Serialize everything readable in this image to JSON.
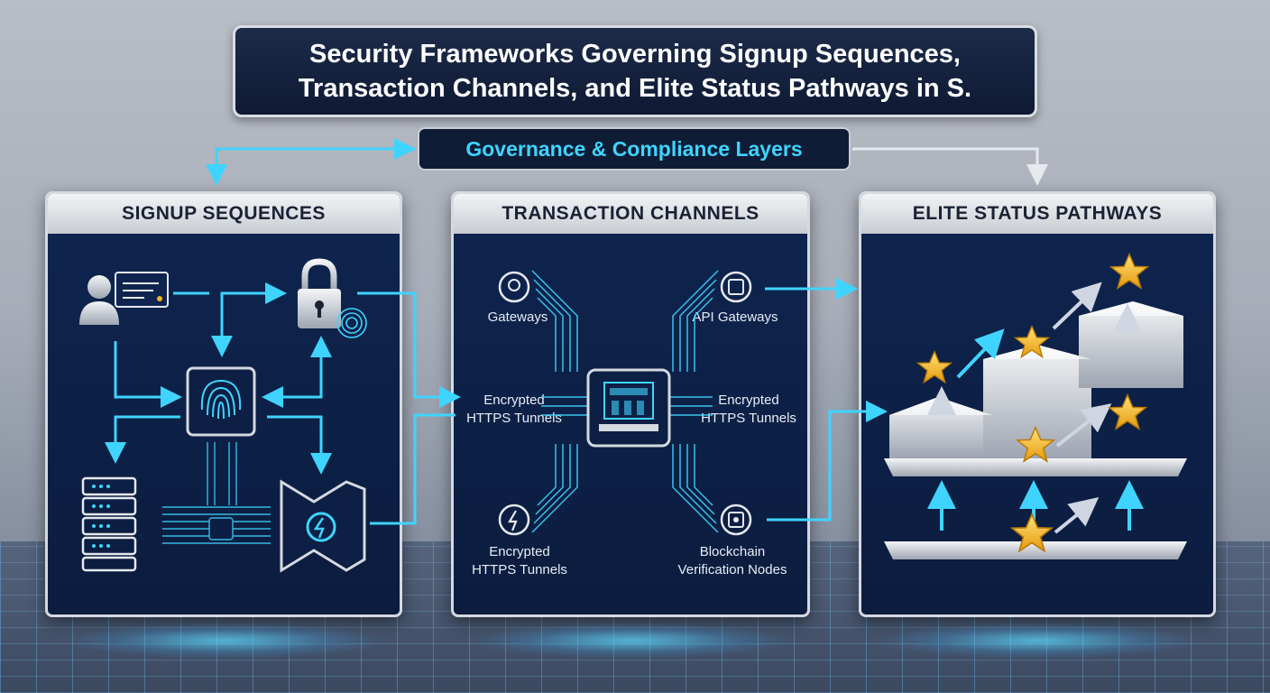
{
  "title": "Security Frameworks Governing Signup Sequences, Transaction Channels, and Elite Status Pathways in S.",
  "governance": {
    "label": "Governance & Compliance Layers"
  },
  "panels": [
    {
      "heading": "SIGNUP SEQUENCES"
    },
    {
      "heading": "TRANSACTION CHANNELS"
    },
    {
      "heading": "ELITE STATUS PATHWAYS"
    }
  ],
  "transaction": {
    "gateways": "Gateways",
    "api_gateways": "API Gateways",
    "encrypted_left_1": "Encrypted",
    "encrypted_left_2": "HTTPS Tunnels",
    "encrypted_right_1": "Encrypted",
    "encrypted_right_2": "HTTPS Tunnels",
    "encrypted_bottom_1": "Encrypted",
    "encrypted_bottom_2": "HTTPS Tunnels",
    "blockchain_1": "Blockchain",
    "blockchain_2": "Verification Nodes"
  },
  "colors": {
    "accent_cyan": "#3fd4ff",
    "panel_navy": "#0f2550",
    "star_gold": "#f2b51c",
    "frame_silver": "#d5d9e0"
  },
  "icons": [
    "user-id-card-icon",
    "padlock-fingerprint-icon",
    "fingerprint-scanner-icon",
    "server-rack-icon",
    "firewall-shield-icon",
    "location-gateway-icon",
    "api-gateway-icon",
    "processor-chip-icon",
    "https-lock-icon",
    "blockchain-node-icon",
    "star-icon",
    "podium-icon"
  ]
}
